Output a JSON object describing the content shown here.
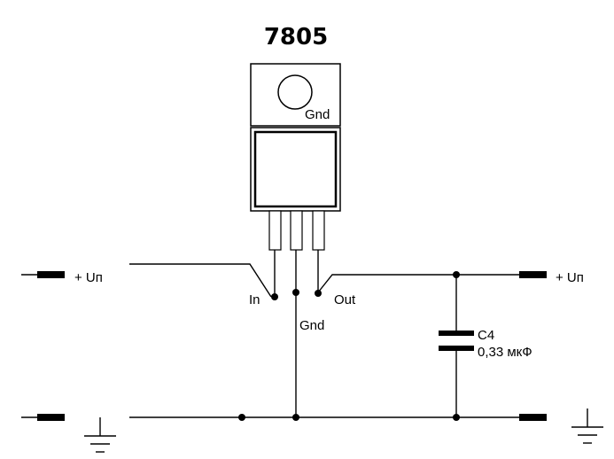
{
  "diagram": {
    "title": "7805",
    "component_labels": {
      "tab_gnd": "Gnd",
      "pin_in": "In",
      "pin_gnd": "Gnd",
      "pin_out": "Out"
    },
    "terminals": {
      "input_label": "+ Uп",
      "output_label": "+ Uп"
    },
    "capacitor": {
      "ref": "C4",
      "value": "0,33 мкФ"
    }
  }
}
